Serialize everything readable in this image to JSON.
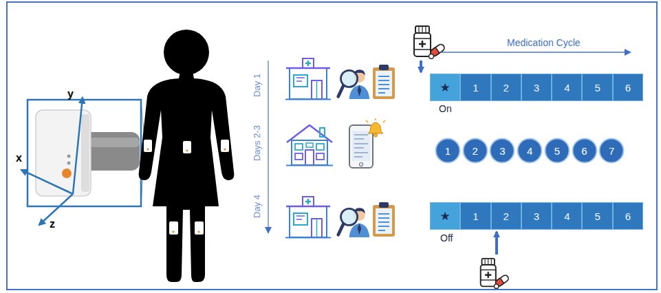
{
  "diagram": {
    "nodes": [
      {
        "text": [
          "★"
        ]
      },
      {
        "text": [
          "1"
        ]
      },
      {
        "text": [
          "2"
        ]
      },
      {
        "text": [
          "3"
        ]
      },
      {
        "text": [
          "4"
        ]
      },
      {
        "text": [
          "5"
        ]
      },
      {
        "text": [
          "6"
        ]
      },
      {
        "text": [
          "1"
        ]
      },
      {
        "text": [
          "2"
        ]
      },
      {
        "text": [
          "3"
        ]
      },
      {
        "text": [
          "4"
        ]
      },
      {
        "text": [
          "5"
        ]
      },
      {
        "text": [
          "6"
        ]
      },
      {
        "text": [
          "7"
        ]
      },
      {
        "text": [
          "★"
        ]
      },
      {
        "text": [
          "1"
        ]
      },
      {
        "text": [
          "2"
        ]
      },
      {
        "text": [
          "3"
        ]
      },
      {
        "text": [
          "4"
        ]
      },
      {
        "text": [
          "5"
        ]
      },
      {
        "text": [
          "6"
        ]
      }
    ],
    "labels": [
      "y",
      "x",
      "z",
      "Day 1",
      "Days 2-3",
      "Day 4",
      "Medication Cycle",
      "On",
      "Off"
    ]
  }
}
